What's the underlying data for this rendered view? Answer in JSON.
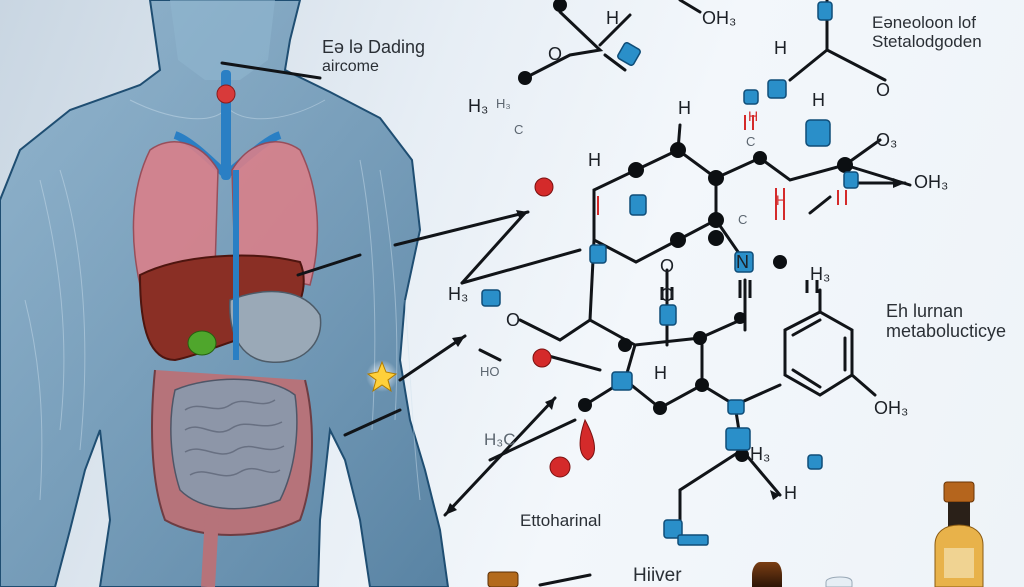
{
  "labels": {
    "top_left": [
      "Eə lə Dading",
      "aircome"
    ],
    "top_right": [
      "Eəneoloon lof",
      "Stetalodgoden"
    ],
    "mid_right": [
      "Eh lurnan",
      "metabolucticye"
    ],
    "ethanol": "Ettoharinal",
    "liver": "Hiiver"
  },
  "atoms": {
    "oh_top": "OH₃",
    "oh_right": "OH₃",
    "oh_lower": "OH₃",
    "h_top_mid": "H",
    "h_right1": "H",
    "h_left1": "H",
    "h_left2": "H",
    "h_mid_upper": "H",
    "h_ring_top": "H₃",
    "h_lower1": "H",
    "h_lower2": "H₃",
    "h3_left": "H₃",
    "h_bottom": "H",
    "h_left_sub": "H₃",
    "h_left_lower": "H₃C",
    "o_top": "O",
    "o_right1": "O",
    "o_right2": "O₃",
    "o_mid": "O",
    "o_mid2": "O",
    "o_left": "O",
    "n_mid": "N",
    "c_small1": "C",
    "c_small2": "C",
    "c_small3": "C",
    "hc_small": "H₃",
    "ho_small": "HO",
    "h_red1": "H",
    "h_red2": "H"
  },
  "colors": {
    "body_outline": "#2f6f9c",
    "lung": "#d9808a",
    "liver": "#8a2f25",
    "intestine": "#b6737a",
    "bond": "#111418",
    "node": "#0c0f12",
    "accent_blue": "#2a8fc9",
    "accent_red": "#d42a2a"
  }
}
